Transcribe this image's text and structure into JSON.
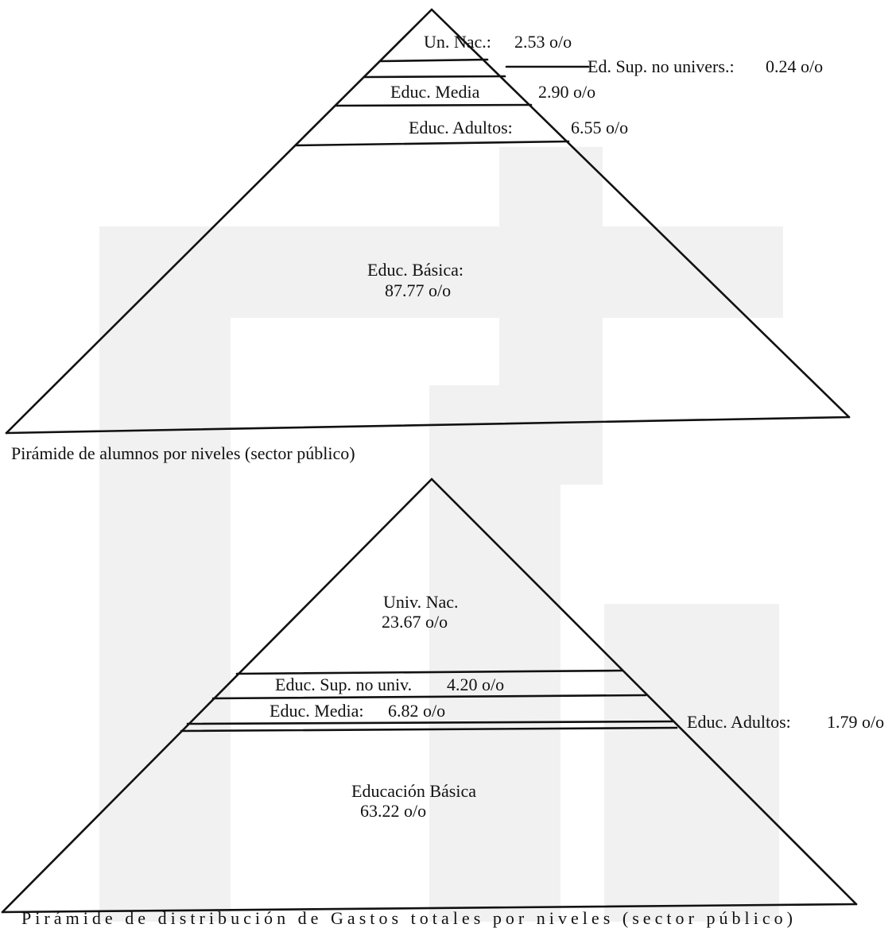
{
  "pyramids": [
    {
      "caption": "Pirámide de alumnos por niveles (sector público)",
      "segments": [
        {
          "name": "Un. Nac.:",
          "value": "2.53 o/o"
        },
        {
          "name": "Ed. Sup. no univers.:",
          "value": "0.24 o/o"
        },
        {
          "name": "Educ. Media",
          "value": "2.90 o/o"
        },
        {
          "name": "Educ. Adultos:",
          "value": "6.55 o/o"
        },
        {
          "name": "Educ. Básica:",
          "value": "87.77 o/o"
        }
      ]
    },
    {
      "caption": "Pirámide de distribución de Gastos totales por niveles (sector público)",
      "segments": [
        {
          "name": "Univ. Nac.",
          "value": "23.67 o/o"
        },
        {
          "name": "Educ. Sup. no univ.",
          "value": "4.20 o/o"
        },
        {
          "name": "Educ. Media:",
          "value": "6.82 o/o"
        },
        {
          "name": "Educ. Adultos:",
          "value": "1.79 o/o"
        },
        {
          "name": "Educación Básica",
          "value": "63.22 o/o"
        }
      ]
    }
  ]
}
